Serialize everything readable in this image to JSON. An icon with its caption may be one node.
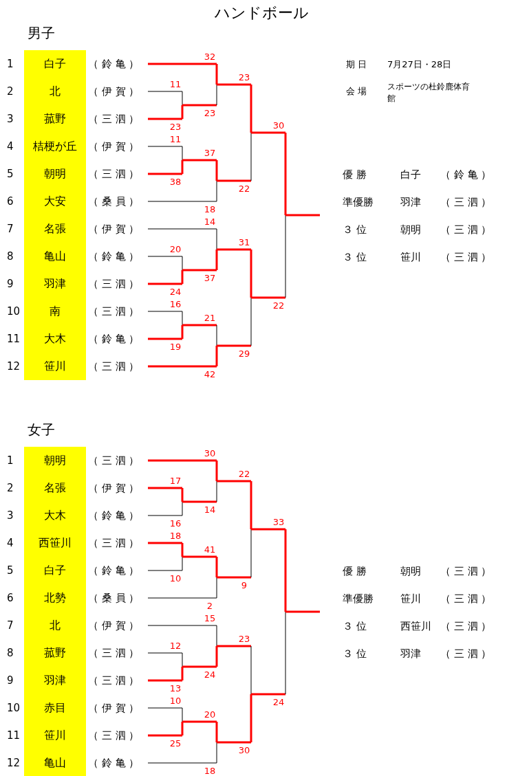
{
  "diagram": {
    "title": "ハンドボール",
    "nodes": [
      {
        "text": [
          "白子"
        ],
        "beside": [
          "1",
          "（ 鈴 亀 ）"
        ]
      },
      {
        "text": [
          "北"
        ],
        "beside": [
          "2",
          "（ 伊 賀 ）"
        ]
      },
      {
        "text": [
          "菰野"
        ],
        "beside": [
          "3",
          "（ 三 泗 ）"
        ]
      },
      {
        "text": [
          "桔梗が丘"
        ],
        "beside": [
          "4",
          "（ 伊 賀 ）"
        ]
      },
      {
        "text": [
          "朝明"
        ],
        "beside": [
          "5",
          "（ 三 泗 ）"
        ]
      },
      {
        "text": [
          "大安"
        ],
        "beside": [
          "6",
          "（ 桑 員 ）"
        ]
      },
      {
        "text": [
          "名張"
        ],
        "beside": [
          "7",
          "（ 伊 賀 ）"
        ]
      },
      {
        "text": [
          "亀山"
        ],
        "beside": [
          "8",
          "（ 鈴 亀 ）"
        ]
      },
      {
        "text": [
          "羽津"
        ],
        "beside": [
          "9",
          "（ 三 泗 ）"
        ]
      },
      {
        "text": [
          "南"
        ],
        "beside": [
          "10",
          "（ 三 泗 ）"
        ]
      },
      {
        "text": [
          "大木"
        ],
        "beside": [
          "11",
          "（ 鈴 亀 ）"
        ]
      },
      {
        "text": [
          "笹川"
        ],
        "beside": [
          "12",
          "（ 三 泗 ）"
        ]
      },
      {
        "text": [
          "朝明"
        ],
        "beside": [
          "1",
          "（ 三 泗 ）"
        ]
      },
      {
        "text": [
          "名張"
        ],
        "beside": [
          "2",
          "（ 伊 賀 ）"
        ]
      },
      {
        "text": [
          "大木"
        ],
        "beside": [
          "3",
          "（ 鈴 亀 ）"
        ]
      },
      {
        "text": [
          "西笹川"
        ],
        "beside": [
          "4",
          "（ 三 泗 ）"
        ]
      },
      {
        "text": [
          "白子"
        ],
        "beside": [
          "5",
          "（ 鈴 亀 ）"
        ]
      },
      {
        "text": [
          "北勢"
        ],
        "beside": [
          "6",
          "（ 桑 員 ）"
        ]
      },
      {
        "text": [
          "北"
        ],
        "beside": [
          "7",
          "（ 伊 賀 ）"
        ]
      },
      {
        "text": [
          "菰野"
        ],
        "beside": [
          "8",
          "（ 三 泗 ）"
        ]
      },
      {
        "text": [
          "羽津"
        ],
        "beside": [
          "9",
          "（ 三 泗 ）"
        ]
      },
      {
        "text": [
          "赤目"
        ],
        "beside": [
          "10",
          "（ 伊 賀 ）"
        ]
      },
      {
        "text": [
          "笹川"
        ],
        "beside": [
          "11",
          "（ 三 泗 ）"
        ]
      },
      {
        "text": [
          "亀山"
        ],
        "beside": [
          "12",
          "（ 鈴 亀 ）"
        ]
      }
    ],
    "labels": [
      "男子",
      "11",
      "23",
      "32",
      "23",
      "11",
      "38",
      "37",
      "18",
      "23",
      "22",
      "20",
      "24",
      "14",
      "37",
      "16",
      "19",
      "21",
      "42",
      "31",
      "29",
      "30",
      "22",
      "期 日",
      "7月27日・28日",
      "会 場",
      "スポーツの杜鈴鹿体育館",
      "優 勝",
      "白子",
      "（ 鈴 亀 ）",
      "準優勝",
      "羽津",
      "（ 三 泗 ）",
      "３ 位",
      "朝明",
      "（ 三 泗 ）",
      "３ 位",
      "笹川",
      "（ 三 泗 ）",
      "女子",
      "17",
      "16",
      "30",
      "14",
      "18",
      "10",
      "41",
      "2",
      "22",
      "9",
      "12",
      "13",
      "15",
      "24",
      "10",
      "25",
      "20",
      "18",
      "23",
      "30",
      "33",
      "24",
      "優 勝",
      "朝明",
      "（ 三 泗 ）",
      "準優勝",
      "笹川",
      "（ 三 泗 ）",
      "３ 位",
      "西笹川",
      "（ 三 泗 ）",
      "３ 位",
      "羽津",
      "（ 三 泗 ）"
    ]
  }
}
